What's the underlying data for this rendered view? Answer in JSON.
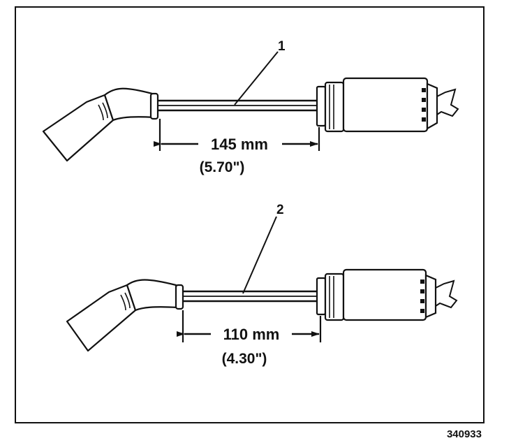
{
  "figure": {
    "reference_number": "340933",
    "upper_part": {
      "callout": "1",
      "length_metric": "145 mm",
      "length_imperial": "(5.70\")"
    },
    "lower_part": {
      "callout": "2",
      "length_metric": "110 mm",
      "length_imperial": "(4.30\")"
    }
  },
  "colors": {
    "ink": "#111111",
    "background": "#ffffff"
  }
}
